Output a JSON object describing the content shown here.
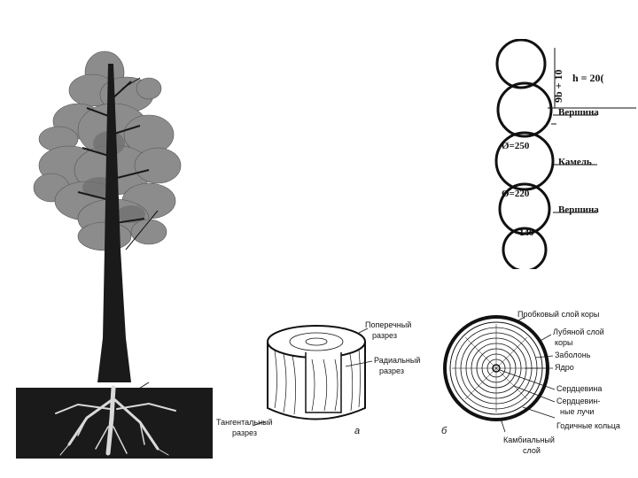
{
  "log_diagram": {
    "dim_formula": "9b + 10",
    "height_label": "h = 20(",
    "labels": [
      "Вершина",
      "Камель",
      "Вершина"
    ],
    "diameters": [
      "Ø=250",
      "Ø=220"
    ],
    "bottom_value": "140"
  },
  "wood_sections": {
    "left": {
      "cross_section_label": [
        "Поперечный",
        "разрез"
      ],
      "radial_section_label": [
        "Радиальный",
        "разрез"
      ],
      "tangential_section_label": [
        "Тангентальный",
        "разрез"
      ],
      "letter": "а"
    },
    "right": {
      "letter": "б",
      "labels": {
        "cork_layer": "Пробковый слой коры",
        "bast_layer": [
          "Лубяной слой",
          "коры"
        ],
        "sapwood": "Заболонь",
        "core": "Ядро",
        "heartwood": "Сердцевина",
        "heart_rays": [
          "Сердцевин-",
          "ные лучи"
        ],
        "annual_rings": "Годичные кольца",
        "cambium": [
          "Камбиальный",
          "слой"
        ]
      }
    }
  },
  "colors": {
    "ink": "#111111",
    "foliage": "#8a8a8a",
    "ground": "#1a1a1a"
  }
}
